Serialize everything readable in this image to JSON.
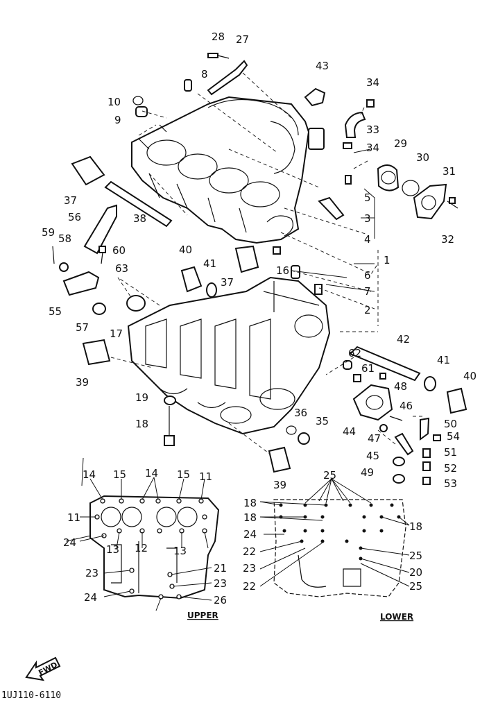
{
  "diagram": {
    "figure_code": "1UJ110-6110",
    "fwd_arrow": "FWD",
    "section_labels": {
      "upper": "UPPER",
      "lower": "LOWER"
    },
    "callouts": [
      "28",
      "27",
      "8",
      "43",
      "34",
      "10",
      "9",
      "33",
      "34",
      "29",
      "30",
      "31",
      "37",
      "5",
      "3",
      "32",
      "56",
      "38",
      "4",
      "59",
      "58",
      "60",
      "40",
      "1",
      "63",
      "41",
      "6",
      "16",
      "37",
      "7",
      "55",
      "17",
      "2",
      "57",
      "42",
      "62",
      "41",
      "40",
      "39",
      "61",
      "48",
      "46",
      "19",
      "18",
      "44",
      "36",
      "35",
      "50",
      "47",
      "54",
      "45",
      "51",
      "39",
      "52",
      "49",
      "53",
      "14",
      "15",
      "14",
      "15",
      "11",
      "25",
      "11",
      "18",
      "24",
      "13",
      "12",
      "13",
      "18",
      "18",
      "21",
      "24",
      "22",
      "23",
      "23",
      "23",
      "25",
      "20",
      "24",
      "26",
      "22",
      "25"
    ]
  }
}
